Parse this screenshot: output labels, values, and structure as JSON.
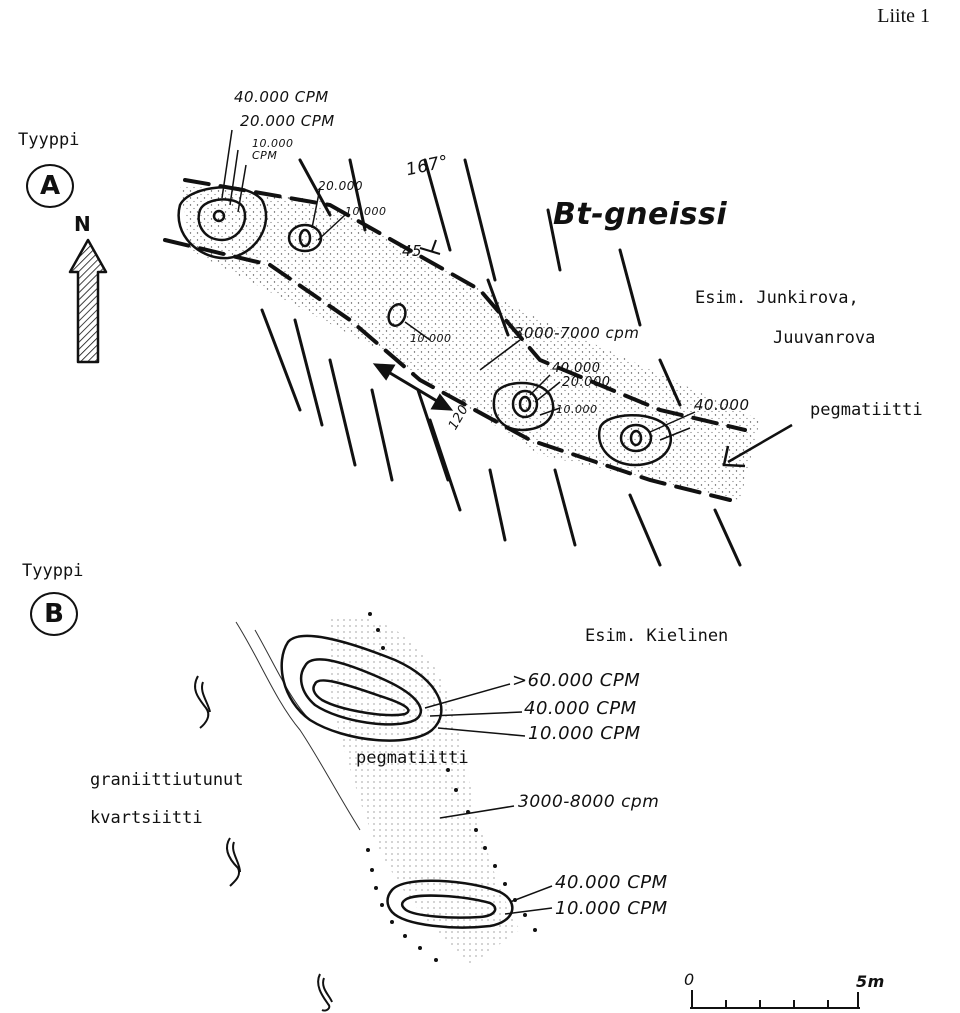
{
  "page_label": "Liite 1",
  "type_a": {
    "label": "Tyyppi",
    "letter": "A",
    "north": "N",
    "contours": [
      "40.000 CPM",
      "20.000 CPM",
      "10.000 CPM",
      "20.000",
      "10.000",
      "10.000",
      "40.000",
      "20.000",
      "10.000",
      "40.000"
    ],
    "zone_label": "3000-7000 cpm",
    "strike": "167°",
    "dip": "45",
    "direction": "120°",
    "rock": "Bt-gneissi",
    "example_line1": "Esim. Junkirova,",
    "example_line2": "Juuvanrova",
    "vein": "pegmatiitti"
  },
  "type_b": {
    "label": "Tyyppi",
    "letter": "B",
    "example": "Esim. Kielinen",
    "contours_upper": [
      ">60.000 CPM",
      "40.000 CPM",
      "10.000 CPM"
    ],
    "vein": "pegmatiitti",
    "zone_label": "3000-8000 cpm",
    "host_line1": "graniittiutunut",
    "host_line2": "kvartsiitti",
    "contours_lower": [
      "40.000 CPM",
      "10.000 CPM"
    ],
    "scale_start": "0",
    "scale_end": "5m"
  }
}
